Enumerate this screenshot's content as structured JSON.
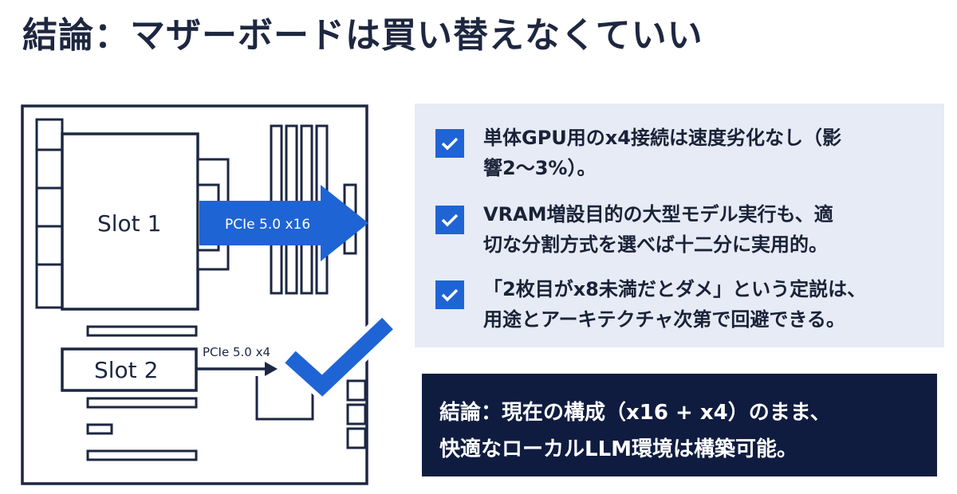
{
  "title": "結論：マザーボードは買い替えなくていい",
  "diagram": {
    "slot1_label": "Slot 1",
    "slot2_label": "Slot 2",
    "arrow1_label": "PCIe 5.0 x16",
    "arrow2_label": "PCIe 5.0 x4",
    "colors": {
      "line": "#1c2742",
      "accent": "#1f64d4"
    }
  },
  "checklist": [
    {
      "line1": "単体GPU用のx4接続は速度劣化なし（影",
      "line2": "響2〜3%）。",
      "icon": "checkbox-checked-icon"
    },
    {
      "line1": "VRAM増設目的の大型モデル実行も、適",
      "line2": "切な分割方式を選べば十二分に実用的。",
      "icon": "checkbox-checked-icon"
    },
    {
      "line1": "「2枚目がx8未満だとダメ」という定説は、",
      "line2": "用途とアーキテクチャ次第で回避できる。",
      "icon": "checkbox-checked-icon"
    }
  ],
  "conclusion": {
    "line1": "結論：現在の構成（x16 + x4）のまま、",
    "line2": "快適なローカルLLM環境は構築可能。"
  },
  "colors": {
    "panel_bg": "#e6ebf5",
    "conclusion_bg": "#0f1c40",
    "check_blue": "#1f64d4"
  }
}
